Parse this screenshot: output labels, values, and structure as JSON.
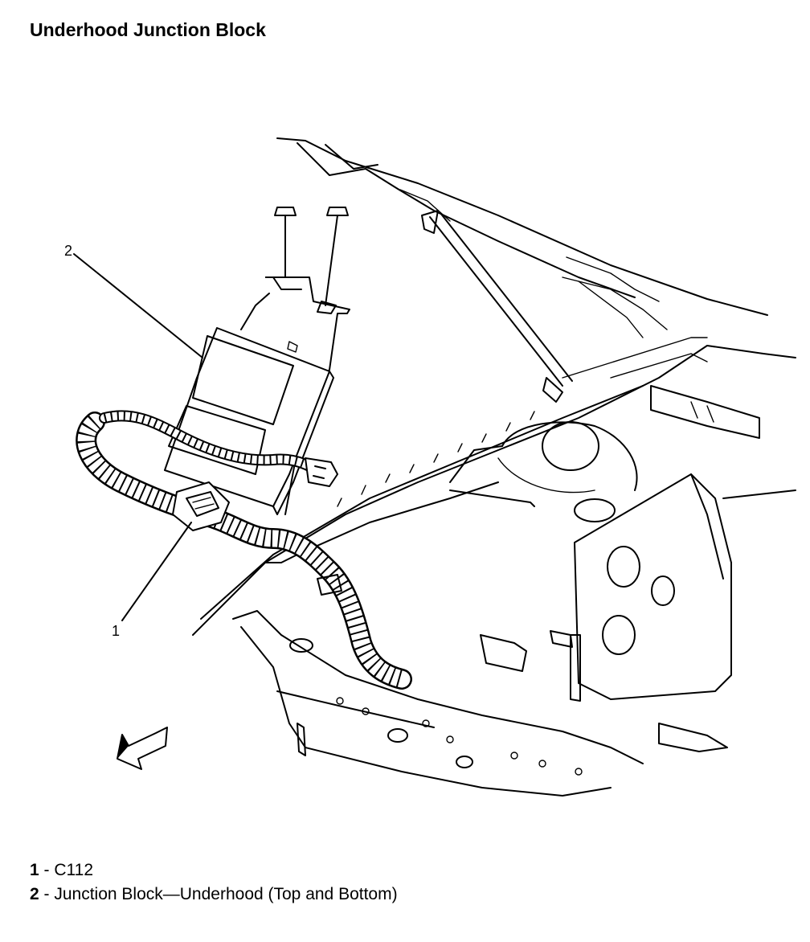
{
  "title": "Underhood Junction Block",
  "callouts": [
    {
      "number": "1",
      "label": "C112"
    },
    {
      "number": "2",
      "label": "Junction Block—Underhood (Top and Bottom)"
    }
  ],
  "separator": " - "
}
